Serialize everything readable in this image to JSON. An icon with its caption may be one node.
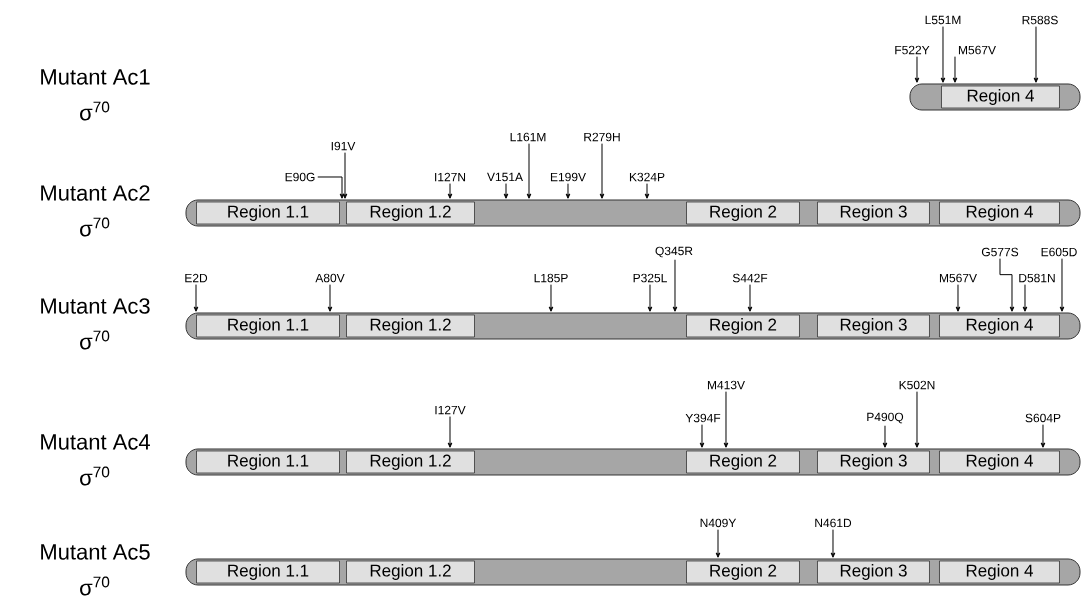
{
  "diagram": {
    "nodes": [
      {
        "text": [],
        "shape": "bar",
        "beside": [
          "Mutant Ac1",
          "σ$^{70}$"
        ]
      },
      {
        "text": [
          "Region 4"
        ],
        "in": 0
      },
      {
        "text": [
          "F522Y"
        ]
      },
      {
        "text": [
          "L551M"
        ]
      },
      {
        "text": [
          "M567V"
        ]
      },
      {
        "text": [
          "R588S"
        ]
      },
      {
        "text": [],
        "shape": "bar",
        "beside": [
          "Mutant Ac2",
          "σ$^{70}$"
        ]
      },
      {
        "text": [
          "Region 1.1"
        ],
        "in": 6
      },
      {
        "text": [
          "Region 1.2"
        ],
        "in": 6
      },
      {
        "text": [
          "Region 2"
        ],
        "in": 6
      },
      {
        "text": [
          "Region 3"
        ],
        "in": 6
      },
      {
        "text": [
          "Region 4"
        ],
        "in": 6
      },
      {
        "text": [
          "E90G"
        ]
      },
      {
        "text": [
          "I91V"
        ]
      },
      {
        "text": [
          "I127N"
        ]
      },
      {
        "text": [
          "V151A"
        ]
      },
      {
        "text": [
          "L161M"
        ]
      },
      {
        "text": [
          "E199V"
        ]
      },
      {
        "text": [
          "R279H"
        ]
      },
      {
        "text": [
          "K324P"
        ]
      },
      {
        "text": [],
        "shape": "bar",
        "beside": [
          "Mutant Ac3",
          "σ$^{70}$"
        ]
      },
      {
        "text": [
          "Region 1.1"
        ],
        "in": 20
      },
      {
        "text": [
          "Region 1.2"
        ],
        "in": 20
      },
      {
        "text": [
          "Region 2"
        ],
        "in": 20
      },
      {
        "text": [
          "Region 3"
        ],
        "in": 20
      },
      {
        "text": [
          "Region 4"
        ],
        "in": 20
      },
      {
        "text": [
          "E2D"
        ]
      },
      {
        "text": [
          "A80V"
        ]
      },
      {
        "text": [
          "L185P"
        ]
      },
      {
        "text": [
          "P325L"
        ]
      },
      {
        "text": [
          "Q345R"
        ]
      },
      {
        "text": [
          "S442F"
        ]
      },
      {
        "text": [
          "M567V"
        ]
      },
      {
        "text": [
          "G577S"
        ]
      },
      {
        "text": [
          "D581N"
        ]
      },
      {
        "text": [
          "E605D"
        ]
      },
      {
        "text": [],
        "shape": "bar",
        "beside": [
          "Mutant Ac4",
          "σ$^{70}$"
        ]
      },
      {
        "text": [
          "Region 1.1"
        ],
        "in": 36
      },
      {
        "text": [
          "Region 1.2"
        ],
        "in": 36
      },
      {
        "text": [
          "Region 2"
        ],
        "in": 36
      },
      {
        "text": [
          "Region 3"
        ],
        "in": 36
      },
      {
        "text": [
          "Region 4"
        ],
        "in": 36
      },
      {
        "text": [
          "I127V"
        ]
      },
      {
        "text": [
          "Y394F"
        ]
      },
      {
        "text": [
          "M413V"
        ]
      },
      {
        "text": [
          "P490Q"
        ]
      },
      {
        "text": [
          "K502N"
        ]
      },
      {
        "text": [
          "S604P"
        ]
      },
      {
        "text": [],
        "shape": "bar",
        "beside": [
          "Mutant Ac5",
          "σ$^{70}$"
        ]
      },
      {
        "text": [
          "Region 1.1"
        ],
        "in": 48
      },
      {
        "text": [
          "Region 1.2"
        ],
        "in": 48
      },
      {
        "text": [
          "Region 2"
        ],
        "in": 48
      },
      {
        "text": [
          "Region 3"
        ],
        "in": 48
      },
      {
        "text": [
          "Region 4"
        ],
        "in": 48
      },
      {
        "text": [
          "N409Y"
        ]
      },
      {
        "text": [
          "N461D"
        ]
      }
    ],
    "edges": [
      {
        "from": 2,
        "to": 0,
        "arrow": "to"
      },
      {
        "from": 3,
        "to": 0,
        "arrow": "to"
      },
      {
        "from": 4,
        "to": 0,
        "arrow": "to"
      },
      {
        "from": 5,
        "to": 0,
        "arrow": "to"
      },
      {
        "from": 12,
        "to": 6,
        "arrow": "to"
      },
      {
        "from": 13,
        "to": 6,
        "arrow": "to"
      },
      {
        "from": 14,
        "to": 6,
        "arrow": "to"
      },
      {
        "from": 15,
        "to": 6,
        "arrow": "to"
      },
      {
        "from": 16,
        "to": 6,
        "arrow": "to"
      },
      {
        "from": 17,
        "to": 6,
        "arrow": "to"
      },
      {
        "from": 18,
        "to": 6,
        "arrow": "to"
      },
      {
        "from": 19,
        "to": 6,
        "arrow": "to"
      },
      {
        "from": 26,
        "to": 20,
        "arrow": "to"
      },
      {
        "from": 27,
        "to": 20,
        "arrow": "to"
      },
      {
        "from": 28,
        "to": 20,
        "arrow": "to"
      },
      {
        "from": 29,
        "to": 20,
        "arrow": "to"
      },
      {
        "from": 30,
        "to": 20,
        "arrow": "to"
      },
      {
        "from": 31,
        "to": 20,
        "arrow": "to"
      },
      {
        "from": 32,
        "to": 20,
        "arrow": "to"
      },
      {
        "from": 33,
        "to": 20,
        "arrow": "to"
      },
      {
        "from": 34,
        "to": 20,
        "arrow": "to"
      },
      {
        "from": 35,
        "to": 20,
        "arrow": "to"
      },
      {
        "from": 42,
        "to": 36,
        "arrow": "to"
      },
      {
        "from": 43,
        "to": 36,
        "arrow": "to"
      },
      {
        "from": 44,
        "to": 36,
        "arrow": "to"
      },
      {
        "from": 45,
        "to": 36,
        "arrow": "to"
      },
      {
        "from": 46,
        "to": 36,
        "arrow": "to"
      },
      {
        "from": 47,
        "to": 36,
        "arrow": "to"
      },
      {
        "from": 54,
        "to": 48,
        "arrow": "to"
      },
      {
        "from": 55,
        "to": 48,
        "arrow": "to"
      }
    ]
  }
}
